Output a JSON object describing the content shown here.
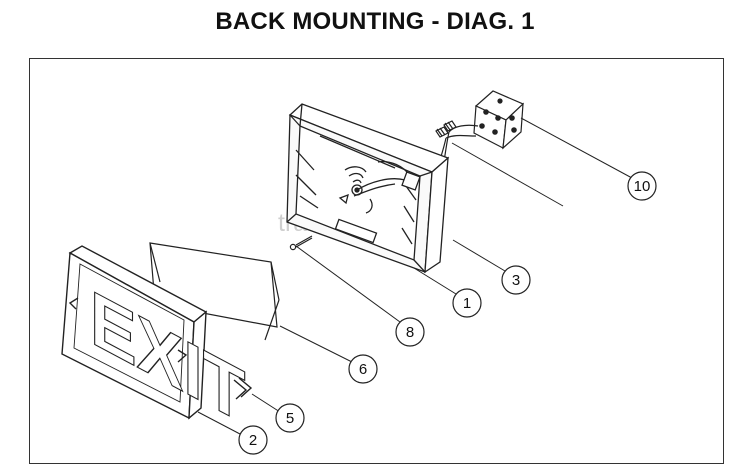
{
  "title": "BACK MOUNTING - DIAG. 1",
  "sign_text": "EXIT",
  "watermark": "trade.china.cn",
  "callouts": [
    {
      "id": "c1",
      "label": "1"
    },
    {
      "id": "c2",
      "label": "2"
    },
    {
      "id": "c3",
      "label": "3"
    },
    {
      "id": "c5",
      "label": "5"
    },
    {
      "id": "c6",
      "label": "6"
    },
    {
      "id": "c8",
      "label": "8"
    },
    {
      "id": "c10",
      "label": "10"
    }
  ]
}
